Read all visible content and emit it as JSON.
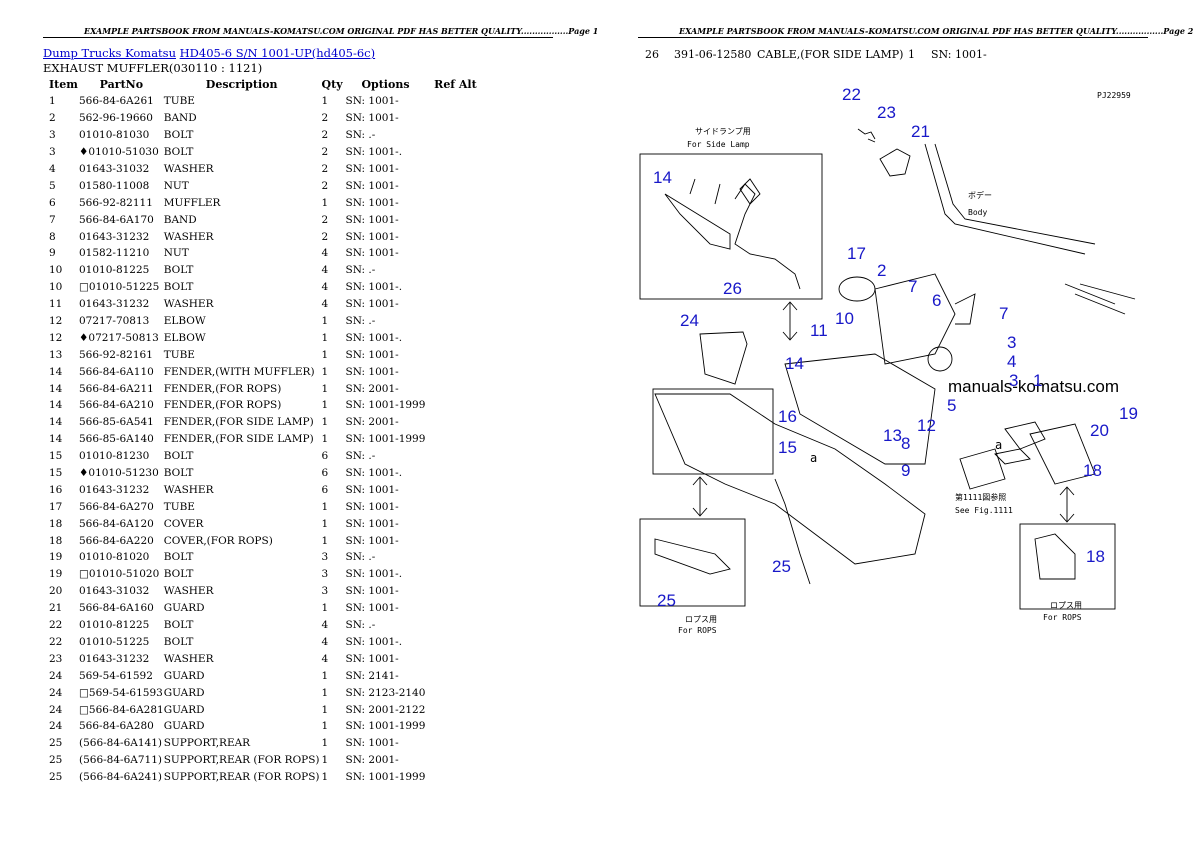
{
  "page1": {
    "header": "EXAMPLE PARTSBOOK FROM MANUALS-KOMATSU.COM ORIGINAL PDF HAS BETTER QUALITY.................Page 1",
    "breadcrumb": {
      "link1": "Dump Trucks Komatsu",
      "link2": "HD405-6 S/N 1001-UP(hd405-6c)"
    },
    "subtitle": "EXHAUST MUFFLER(030110 : 1121)",
    "columns": [
      "Item",
      "PartNo",
      "Description",
      "Qty",
      "Options",
      "Ref Alt"
    ],
    "rows": [
      [
        "1",
        "566-84-6A261",
        "TUBE",
        "1",
        "SN: 1001-"
      ],
      [
        "2",
        "562-96-19660",
        "BAND",
        "2",
        "SN: 1001-"
      ],
      [
        "3",
        "01010-81030",
        "BOLT",
        "2",
        "SN: .-"
      ],
      [
        "3",
        "♦01010-51030",
        "BOLT",
        "2",
        "SN: 1001-."
      ],
      [
        "4",
        "01643-31032",
        "WASHER",
        "2",
        "SN: 1001-"
      ],
      [
        "5",
        "01580-11008",
        "NUT",
        "2",
        "SN: 1001-"
      ],
      [
        "6",
        "566-92-82111",
        "MUFFLER",
        "1",
        "SN: 1001-"
      ],
      [
        "7",
        "566-84-6A170",
        "BAND",
        "2",
        "SN: 1001-"
      ],
      [
        "8",
        "01643-31232",
        "WASHER",
        "2",
        "SN: 1001-"
      ],
      [
        "9",
        "01582-11210",
        "NUT",
        "4",
        "SN: 1001-"
      ],
      [
        "10",
        "01010-81225",
        "BOLT",
        "4",
        "SN: .-"
      ],
      [
        "10",
        "□01010-51225",
        "BOLT",
        "4",
        "SN: 1001-."
      ],
      [
        "11",
        "01643-31232",
        "WASHER",
        "4",
        "SN: 1001-"
      ],
      [
        "12",
        "07217-70813",
        "ELBOW",
        "1",
        "SN: .-"
      ],
      [
        "12",
        "♦07217-50813",
        "ELBOW",
        "1",
        "SN: 1001-."
      ],
      [
        "13",
        "566-92-82161",
        "TUBE",
        "1",
        "SN: 1001-"
      ],
      [
        "14",
        "566-84-6A110",
        "FENDER,(WITH MUFFLER)",
        "1",
        "SN: 1001-"
      ],
      [
        "14",
        "566-84-6A211",
        "FENDER,(FOR ROPS)",
        "1",
        "SN: 2001-"
      ],
      [
        "14",
        "566-84-6A210",
        "FENDER,(FOR ROPS)",
        "1",
        "SN: 1001-1999"
      ],
      [
        "14",
        "566-85-6A541",
        "FENDER,(FOR SIDE LAMP)",
        "1",
        "SN: 2001-"
      ],
      [
        "14",
        "566-85-6A140",
        "FENDER,(FOR SIDE LAMP)",
        "1",
        "SN: 1001-1999"
      ],
      [
        "15",
        "01010-81230",
        "BOLT",
        "6",
        "SN: .-"
      ],
      [
        "15",
        "♦01010-51230",
        "BOLT",
        "6",
        "SN: 1001-."
      ],
      [
        "16",
        "01643-31232",
        "WASHER",
        "6",
        "SN: 1001-"
      ],
      [
        "17",
        "566-84-6A270",
        "TUBE",
        "1",
        "SN: 1001-"
      ],
      [
        "18",
        "566-84-6A120",
        "COVER",
        "1",
        "SN: 1001-"
      ],
      [
        "18",
        "566-84-6A220",
        "COVER,(FOR ROPS)",
        "1",
        "SN: 1001-"
      ],
      [
        "19",
        "01010-81020",
        "BOLT",
        "3",
        "SN: .-"
      ],
      [
        "19",
        "□01010-51020",
        "BOLT",
        "3",
        "SN: 1001-."
      ],
      [
        "20",
        "01643-31032",
        "WASHER",
        "3",
        "SN: 1001-"
      ],
      [
        "21",
        "566-84-6A160",
        "GUARD",
        "1",
        "SN: 1001-"
      ],
      [
        "22",
        "01010-81225",
        "BOLT",
        "4",
        "SN: .-"
      ],
      [
        "22",
        "01010-51225",
        "BOLT",
        "4",
        "SN: 1001-."
      ],
      [
        "23",
        "01643-31232",
        "WASHER",
        "4",
        "SN: 1001-"
      ],
      [
        "24",
        "569-54-61592",
        "GUARD",
        "1",
        "SN: 2141-"
      ],
      [
        "24",
        "□569-54-61593",
        "GUARD",
        "1",
        "SN: 2123-2140"
      ],
      [
        "24",
        "□566-84-6A281",
        "GUARD",
        "1",
        "SN: 2001-2122"
      ],
      [
        "24",
        "566-84-6A280",
        "GUARD",
        "1",
        "SN: 1001-1999"
      ],
      [
        "25",
        "(566-84-6A141)",
        "SUPPORT,REAR",
        "1",
        "SN: 1001-"
      ],
      [
        "25",
        "(566-84-6A711)",
        "SUPPORT,REAR (FOR ROPS)",
        "1",
        "SN: 2001-"
      ],
      [
        "25",
        "(566-84-6A241)",
        "SUPPORT,REAR (FOR ROPS)",
        "1",
        "SN: 1001-1999"
      ]
    ]
  },
  "page2": {
    "header": "EXAMPLE PARTSBOOK FROM MANUALS-KOMATSU.COM ORIGINAL PDF HAS BETTER QUALITY.................Page 2",
    "row": {
      "item": "26",
      "partno": "391-06-12580",
      "desc": "CABLE,(FOR SIDE LAMP)",
      "qty": "1",
      "opt": "SN: 1001-"
    },
    "diagram": {
      "code": "PJ22959",
      "watermark": "manuals-komatsu.com",
      "side_lamp_jp": "サイドランプ用",
      "side_lamp_en": "For Side Lamp",
      "body_jp": "ボデー",
      "body_en": "Body",
      "see_fig_jp": "第1111図参照",
      "see_fig_en": "See Fig.1111",
      "rops_jp": "ロプス用",
      "rops_en": "For ROPS",
      "arrow_label": "a",
      "callouts": [
        "22",
        "23",
        "21",
        "14",
        "26",
        "17",
        "2",
        "7",
        "6",
        "7",
        "24",
        "11",
        "10",
        "3",
        "4",
        "14",
        "13",
        "5",
        "3",
        "1",
        "19",
        "20",
        "16",
        "15",
        "12",
        "8",
        "9",
        "18",
        "25",
        "18",
        "25"
      ]
    }
  }
}
